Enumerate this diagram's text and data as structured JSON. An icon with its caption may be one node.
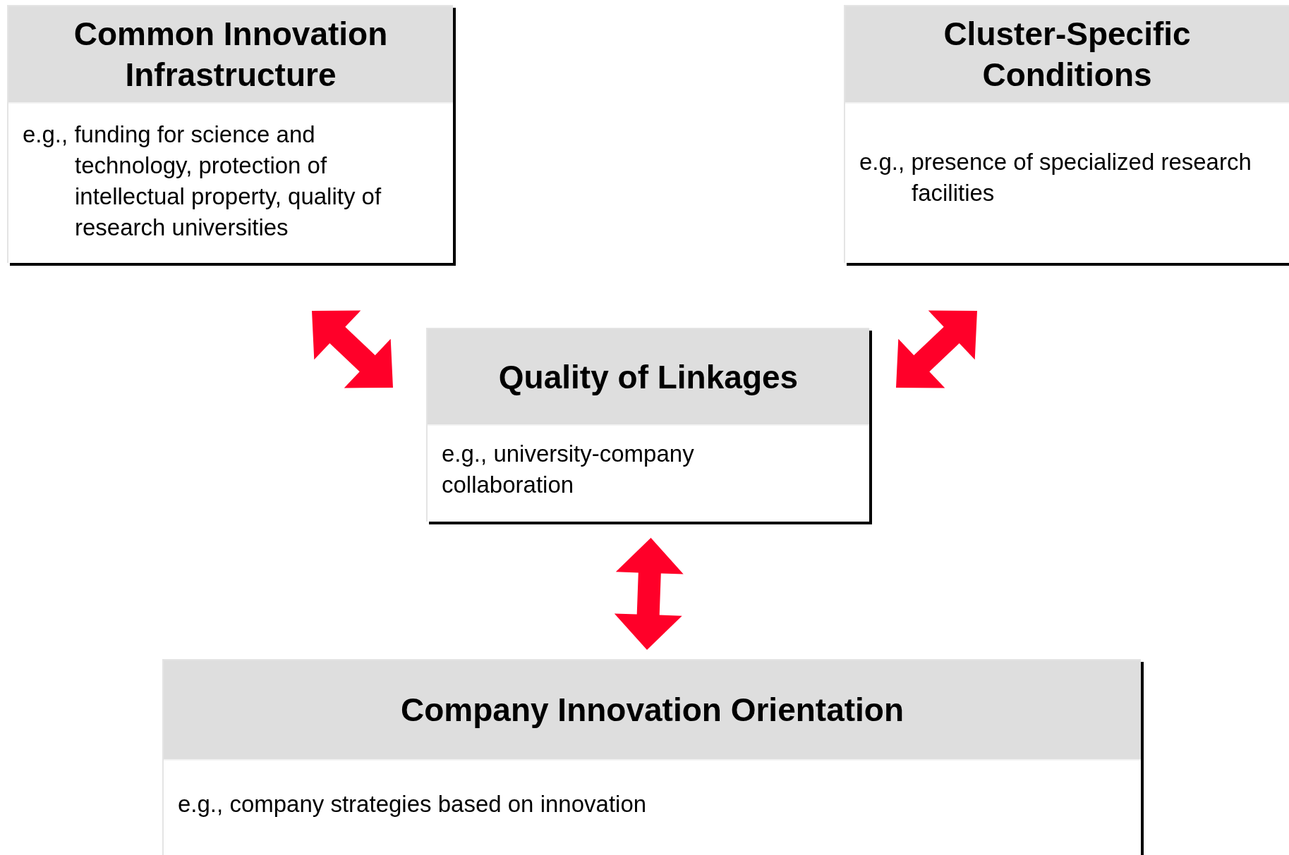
{
  "diagram": {
    "nodes": [
      {
        "text": [
          "Common Innovation Infrastructure",
          "e.g., funding for science and technology, protection of intellectual property, quality of research universities"
        ]
      },
      {
        "text": [
          "Cluster-Specific Conditions",
          "e.g., presence of specialized research facilities"
        ]
      },
      {
        "text": [
          "Quality of Linkages",
          "e.g., university-company collaboration"
        ]
      },
      {
        "text": [
          "Company Innovation Orientation",
          "e.g., company strategies based on innovation"
        ]
      }
    ],
    "edges": [
      {
        "from": 0,
        "to": 2,
        "arrow": "both"
      },
      {
        "from": 1,
        "to": 2,
        "arrow": "both"
      },
      {
        "from": 2,
        "to": 3,
        "arrow": "both"
      }
    ]
  }
}
